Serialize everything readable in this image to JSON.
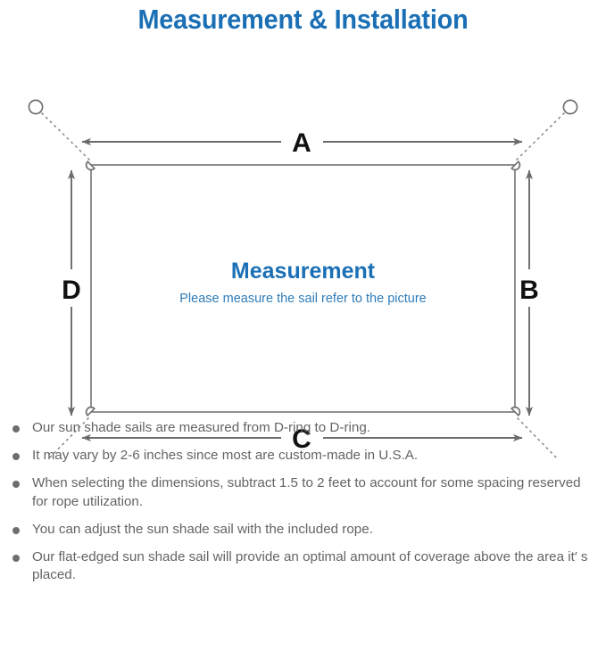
{
  "header": {
    "title": "Measurement & Installation",
    "title_color": "#1a6fb5"
  },
  "diagram": {
    "center_title": "Measurement",
    "center_subtitle": "Please measure the sail refer to the picture",
    "center_title_color": "#1a6fb5",
    "center_subtitle_color": "#2e7cb8",
    "sail_outline_color": "#7b7c7e",
    "arrow_color": "#6a6b6d",
    "rope_color": "#8a8b8d",
    "ring_color": "#6f7072",
    "dimension_labels": {
      "top": "A",
      "right": "B",
      "bottom": "C",
      "left": "D"
    },
    "corner_rings": [
      "top-left-d-ring",
      "top-right-d-ring",
      "bottom-left-d-ring",
      "bottom-right-d-ring"
    ],
    "anchor_points": [
      "top-left-anchor-ring",
      "top-right-anchor-ring",
      "bottom-left-anchor-ring",
      "bottom-right-anchor-ring"
    ]
  },
  "notes": {
    "bullet_color": "#6d6e70",
    "items": [
      "Our sun shade sails are measured from D-ring to D-ring.",
      "It may vary by 2-6 inches since most are custom-made in U.S.A.",
      "When selecting the dimensions, subtract 1.5 to 2 feet to account for some spacing reserved for rope utilization.",
      "You can adjust the sun shade sail with the included rope.",
      "Our flat-edged sun shade sail will provide an optimal amount of coverage above the area it′ s placed."
    ]
  }
}
